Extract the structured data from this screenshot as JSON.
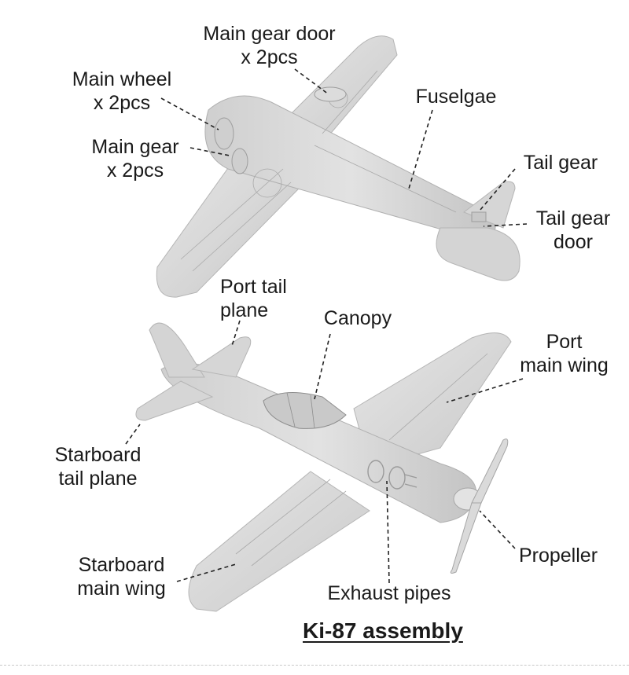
{
  "title": "Ki-87 assembly",
  "labels": {
    "main_gear_door": [
      "Main gear door",
      "x 2pcs"
    ],
    "main_wheel": [
      "Main wheel",
      "x 2pcs"
    ],
    "main_gear": [
      "Main gear",
      "x 2pcs"
    ],
    "fuselage": [
      "Fuselgae"
    ],
    "tail_gear": [
      "Tail gear"
    ],
    "tail_gear_door": [
      "Tail gear",
      "door"
    ],
    "port_tail_plane": [
      "Port tail",
      "plane"
    ],
    "canopy": [
      "Canopy"
    ],
    "port_main_wing": [
      "Port",
      "main wing"
    ],
    "starboard_tail_plane": [
      "Starboard",
      "tail plane"
    ],
    "starboard_main_wing": [
      "Starboard",
      "main wing"
    ],
    "exhaust_pipes": [
      "Exhaust pipes"
    ],
    "propeller": [
      "Propeller"
    ]
  },
  "colors": {
    "model_grey": "#d8d8d8",
    "model_shadow": "#bdbdbd",
    "panel_line": "#a9a9a9",
    "text": "#1a1a1a"
  }
}
